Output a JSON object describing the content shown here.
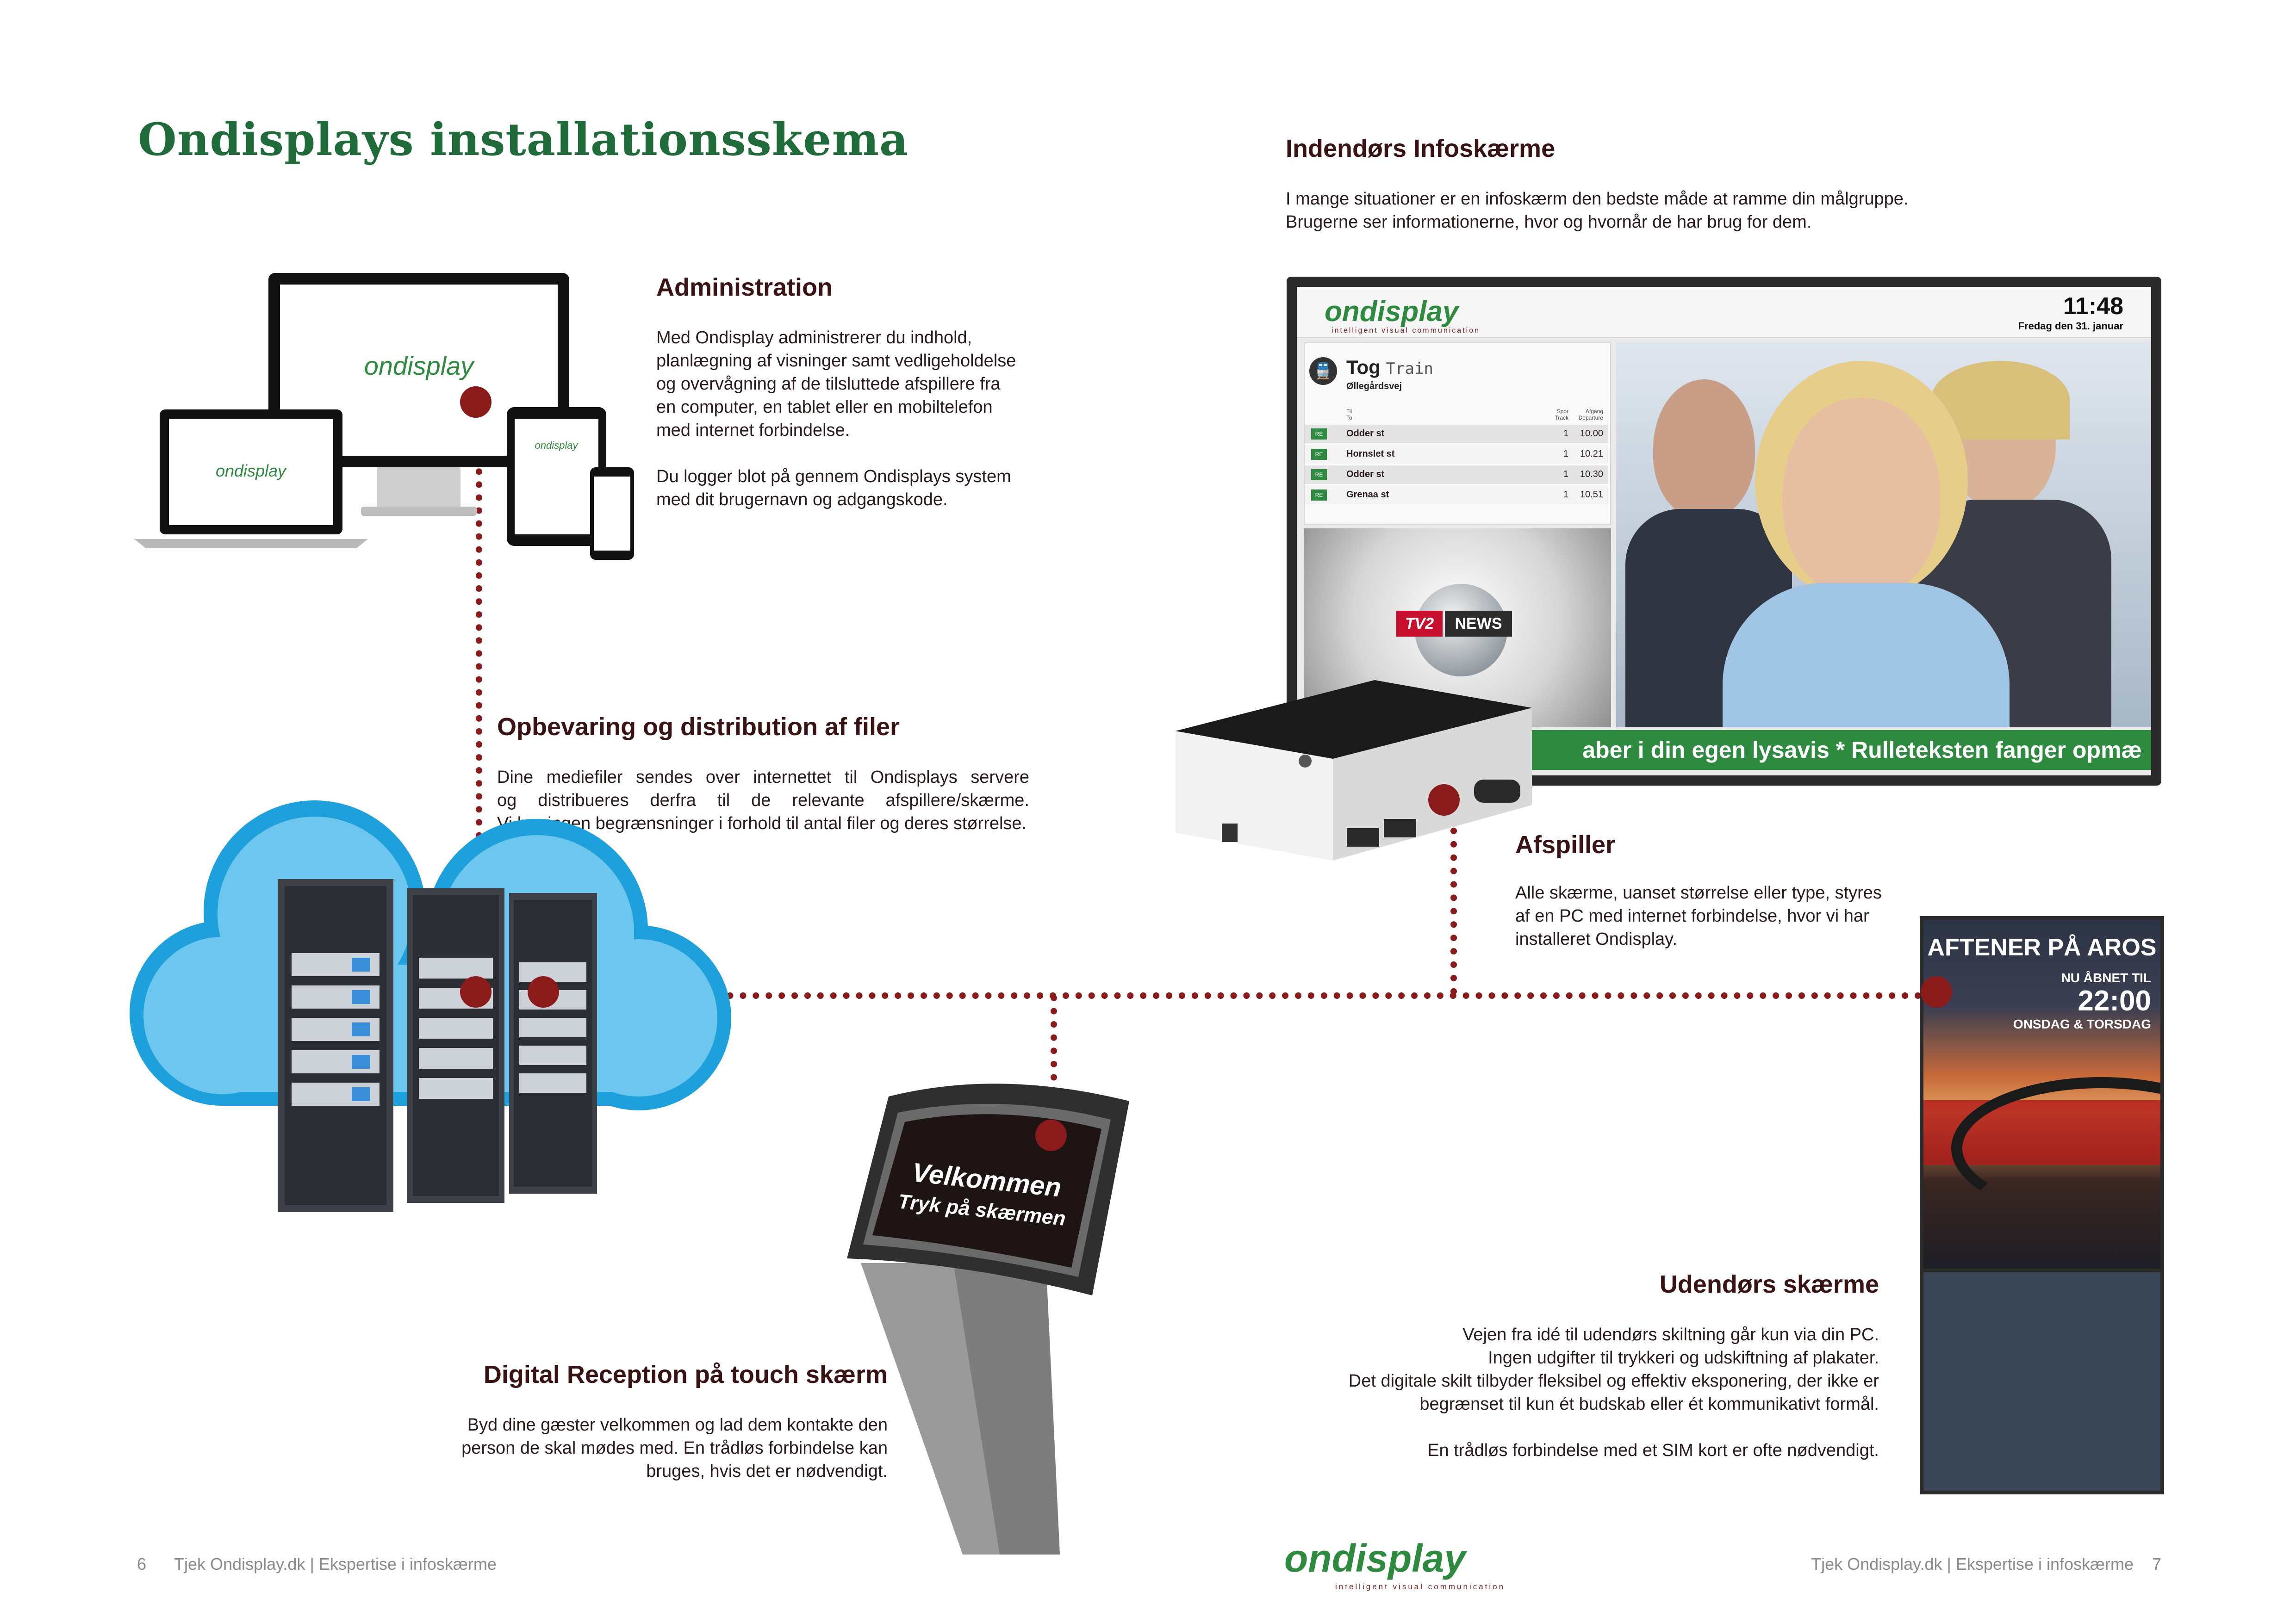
{
  "page_title": "Ondisplays installationsskema",
  "administration": {
    "title": "Administration",
    "p1": "Med Ondisplay administrerer du indhold, planlægning af visninger samt vedligeholdelse og overvågning af de tilsluttede afspillere fra en computer, en tablet eller en mobiltelefon med internet forbindelse.",
    "p2": "Du logger blot på gennem Ondisplays system med dit brugernavn og adgangskode."
  },
  "indoor": {
    "title": "Indendørs Infoskærme",
    "line1": "I mange situationer er en infoskærm den bedste måde at ramme din målgruppe.",
    "line2": "Brugerne ser informationerne, hvor og hvornår de har brug for dem."
  },
  "screen": {
    "logo": "ondisplay",
    "logo_tagline": "intelligent visual communication",
    "time": "11:48",
    "date": "Fredag den 31. januar",
    "train_title": "Tog",
    "train_subtitle": "Train",
    "station": "Øllegårdsvej",
    "col_to": "Til",
    "col_to_en": "To",
    "col_track": "Spor",
    "col_track_en": "Track",
    "col_dep": "Afgang",
    "col_dep_en": "Departure",
    "rows": [
      {
        "badge": "RE",
        "to": "Odder st",
        "track": "1",
        "dep": "10.00"
      },
      {
        "badge": "RE",
        "to": "Hornslet st",
        "track": "1",
        "dep": "10.21"
      },
      {
        "badge": "RE",
        "to": "Odder st",
        "track": "1",
        "dep": "10.30"
      },
      {
        "badge": "RE",
        "to": "Grenaa st",
        "track": "1",
        "dep": "10.51"
      }
    ],
    "news_logo": "TV2",
    "news_label": "NEWS",
    "ticker": "aber i din egen lysavis * Rulleteksten fanger opmæ"
  },
  "storage": {
    "title": "Opbevaring og distribution af filer",
    "line1": "Dine mediefiler sendes over internettet til Ondisplays servere",
    "line2": "og distribueres derfra til de relevante afspillere/skærme.",
    "line3": "Vi har ingen begrænsninger i forhold til antal filer og deres størrelse."
  },
  "player": {
    "title": "Afspiller",
    "text": "Alle skærme, uanset størrelse eller type, styres af en PC med internet forbindelse, hvor vi har installeret Ondisplay."
  },
  "outdoor_screen": {
    "heading": "AFTENER PÅ AROS",
    "sub1": "NU ÅBNET TIL",
    "time": "22:00",
    "sub2": "ONSDAG & TORSDAG"
  },
  "outdoor": {
    "title": "Udendørs skærme",
    "line1": "Vejen fra idé til udendørs skiltning går kun via din PC.",
    "line2": "Ingen udgifter til trykkeri og udskiftning af plakater.",
    "line3": "Det digitale skilt tilbyder fleksibel og effektiv eksponering, der ikke er",
    "line4": "begrænset til kun ét budskab eller ét kommunikativt formål.",
    "line5": "En trådløs forbindelse med et SIM kort er ofte nødvendigt."
  },
  "kiosk": {
    "screen_line1": "Velkommen",
    "screen_line2": "Tryk på skærmen"
  },
  "reception": {
    "title": "Digital Reception på touch skærm",
    "line1": "Byd dine gæster velkommen og lad dem kontakte den",
    "line2": "person de skal mødes med. En trådløs forbindelse kan",
    "line3": "bruges, hvis det er nødvendigt."
  },
  "device_logo": "ondisplay",
  "footer": {
    "left_page": "6",
    "left_text": "Tjek Ondisplay.dk | Ekspertise i infoskærme",
    "logo": "ondisplay",
    "logo_tagline": "intelligent visual communication",
    "right_text": "Tjek Ondisplay.dk | Ekspertise i infoskærme",
    "right_page": "7"
  },
  "colors": {
    "title_green": "#1f6b3a",
    "heading_dark": "#3a1414",
    "connector": "#8b1a1a",
    "cloud": "#1ea0dc",
    "ticker_green": "#2e8a3e"
  }
}
